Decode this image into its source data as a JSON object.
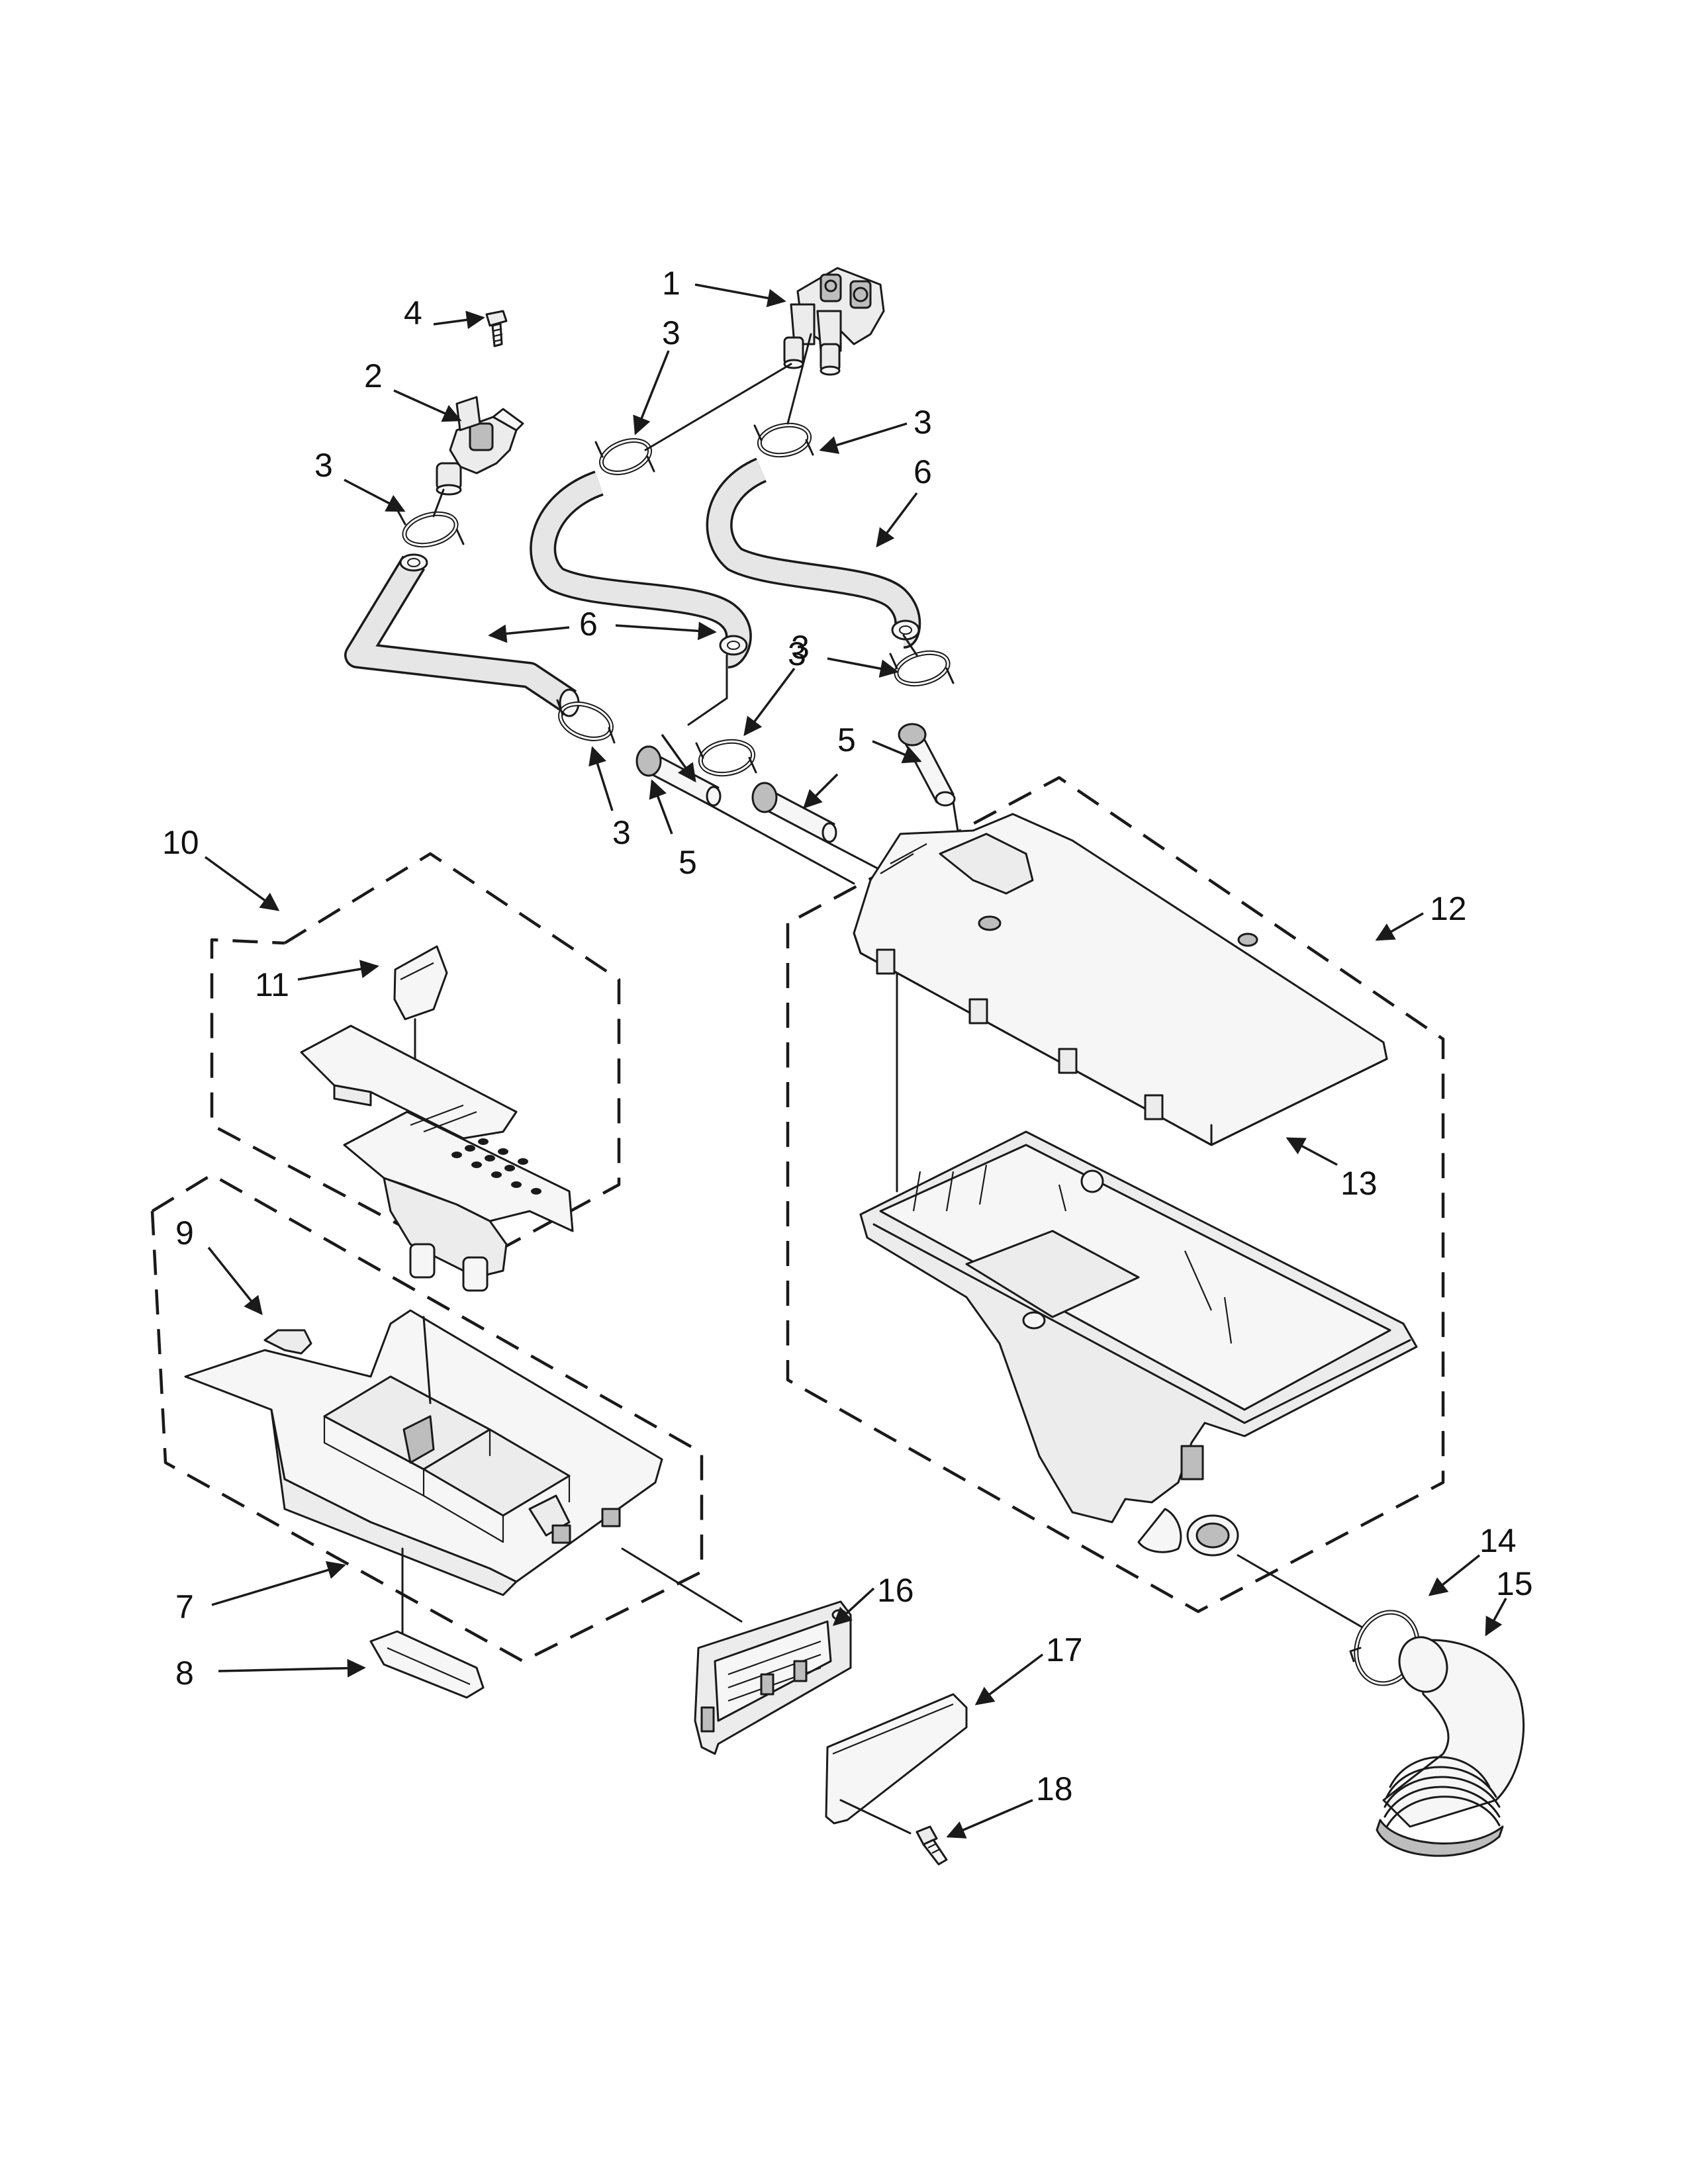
{
  "diagram": {
    "callouts": [
      {
        "id": "c1",
        "text": "1"
      },
      {
        "id": "c4",
        "text": "4"
      },
      {
        "id": "c3a",
        "text": "3"
      },
      {
        "id": "c2",
        "text": "2"
      },
      {
        "id": "c3b",
        "text": "3"
      },
      {
        "id": "c3c",
        "text": "3"
      },
      {
        "id": "c6a",
        "text": "6"
      },
      {
        "id": "c3d",
        "text": "3"
      },
      {
        "id": "c6b",
        "text": "6"
      },
      {
        "id": "c3e",
        "text": "3"
      },
      {
        "id": "c5a",
        "text": "5"
      },
      {
        "id": "c3f",
        "text": "3"
      },
      {
        "id": "c5b",
        "text": "5"
      },
      {
        "id": "c10",
        "text": "10"
      },
      {
        "id": "c12",
        "text": "12"
      },
      {
        "id": "c11",
        "text": "11"
      },
      {
        "id": "c13",
        "text": "13"
      },
      {
        "id": "c9",
        "text": "9"
      },
      {
        "id": "c14",
        "text": "14"
      },
      {
        "id": "c15",
        "text": "15"
      },
      {
        "id": "c7",
        "text": "7"
      },
      {
        "id": "c16",
        "text": "16"
      },
      {
        "id": "c8",
        "text": "8"
      },
      {
        "id": "c17",
        "text": "17"
      },
      {
        "id": "c18",
        "text": "18"
      }
    ]
  }
}
